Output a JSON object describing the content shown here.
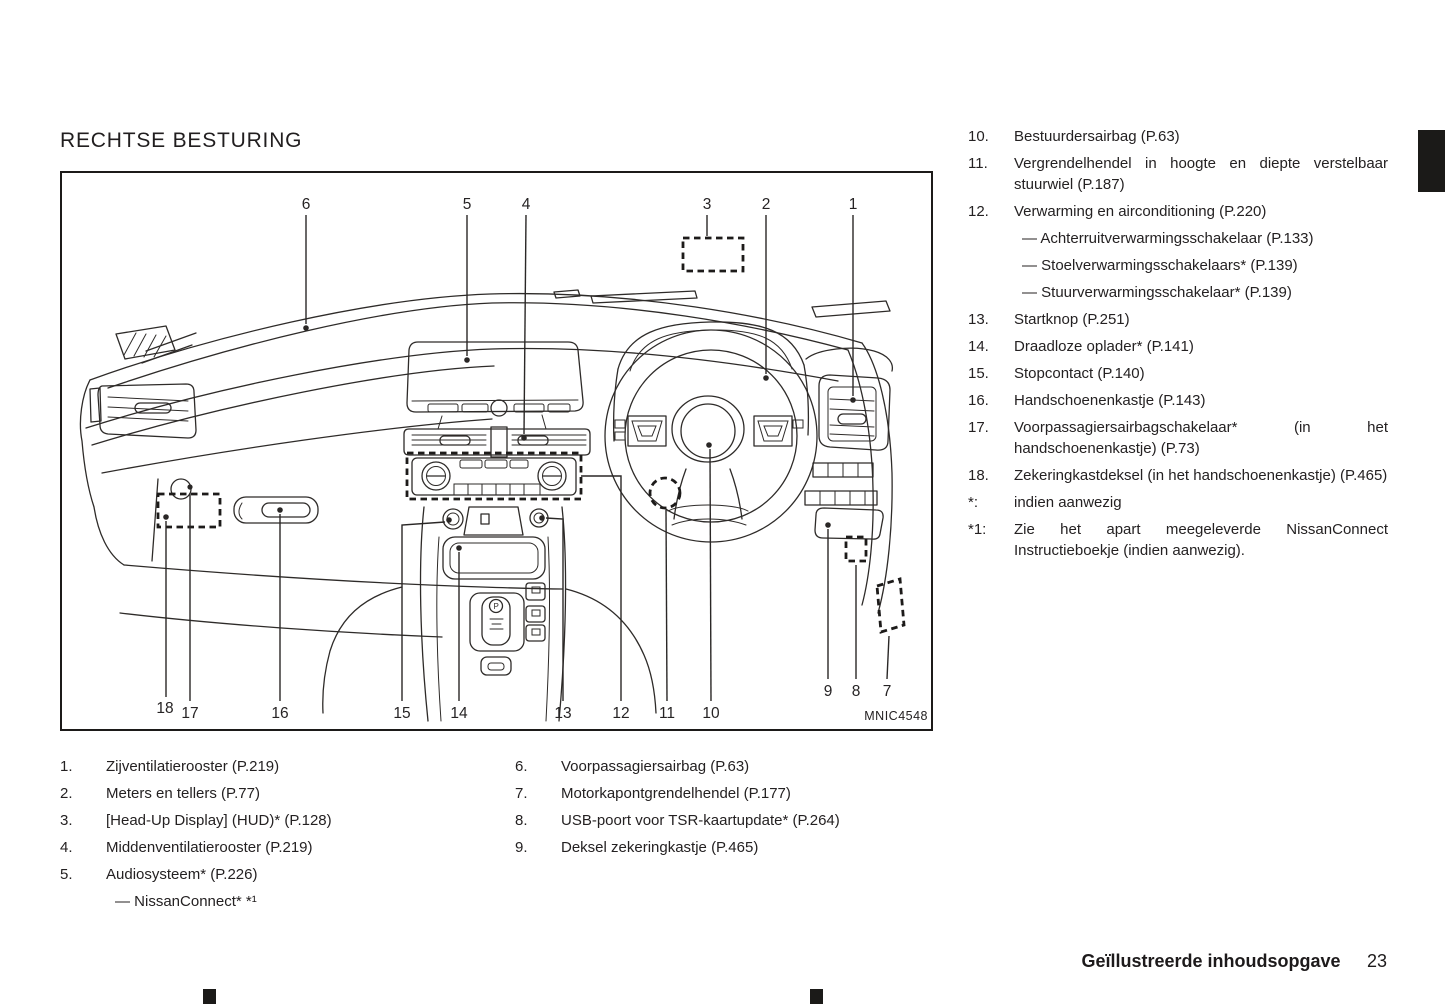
{
  "title": "RECHTSE BESTURING",
  "figure": {
    "code": "MNIC4548",
    "gear": "P",
    "callouts": {
      "c1": "1",
      "c2": "2",
      "c3": "3",
      "c4": "4",
      "c5": "5",
      "c6": "6",
      "c7": "7",
      "c8": "8",
      "c9": "9",
      "c10": "10",
      "c11": "11",
      "c12": "12",
      "c13": "13",
      "c14": "14",
      "c15": "15",
      "c16": "16",
      "c17": "17",
      "c18": "18"
    }
  },
  "right_list": {
    "items": [
      {
        "num": "10.",
        "text": "Bestuurdersairbag (P.63)"
      },
      {
        "num": "11.",
        "text": "Vergrendelhendel in hoogte en diepte verstelbaar stuurwiel (P.187)"
      },
      {
        "num": "12.",
        "text": "Verwarming en airconditioning (P.220)"
      },
      {
        "num": "13.",
        "text": "Startknop (P.251)"
      },
      {
        "num": "14.",
        "text": "Draadloze oplader* (P.141)"
      },
      {
        "num": "15.",
        "text": "Stopcontact (P.140)"
      },
      {
        "num": "16.",
        "text": "Handschoenenkastje (P.143)"
      },
      {
        "num": "17.",
        "text": "Voorpassagiersairbagschakelaar* (in het handschoenenkastje) (P.73)"
      },
      {
        "num": "18.",
        "text": "Zekeringkastdeksel (in het handschoenenkastje) (P.465)"
      }
    ],
    "subs_12": [
      "— Achterruitverwarmingsschakelaar (P.133)",
      "— Stoelverwarmingsschakelaars* (P.139)",
      "— Stuurverwarmingsschakelaar* (P.139)"
    ],
    "notes": [
      {
        "num": "*:",
        "text": "indien aanwezig"
      },
      {
        "num": "*1:",
        "text": "Zie het apart meegeleverde NissanConnect Instructieboekje (indien aanwezig)."
      }
    ]
  },
  "left_list": {
    "items": [
      {
        "num": "1.",
        "text": "Zijventilatierooster (P.219)"
      },
      {
        "num": "2.",
        "text": "Meters en tellers (P.77)"
      },
      {
        "num": "3.",
        "text": "[Head-Up Display] (HUD)* (P.128)"
      },
      {
        "num": "4.",
        "text": "Middenventilatierooster (P.219)"
      },
      {
        "num": "5.",
        "text": "Audiosysteem* (P.226)"
      }
    ],
    "sub_5": "— NissanConnect* *¹"
  },
  "middle_list": {
    "items": [
      {
        "num": "6.",
        "text": "Voorpassagiersairbag (P.63)"
      },
      {
        "num": "7.",
        "text": "Motorkapontgrendelhendel (P.177)"
      },
      {
        "num": "8.",
        "text": "USB-poort voor TSR-kaartupdate* (P.264)"
      },
      {
        "num": "9.",
        "text": "Deksel zekeringkastje (P.465)"
      }
    ]
  },
  "footer": {
    "section": "Geïllustreerde inhoudsopgave",
    "page_number": "23"
  }
}
